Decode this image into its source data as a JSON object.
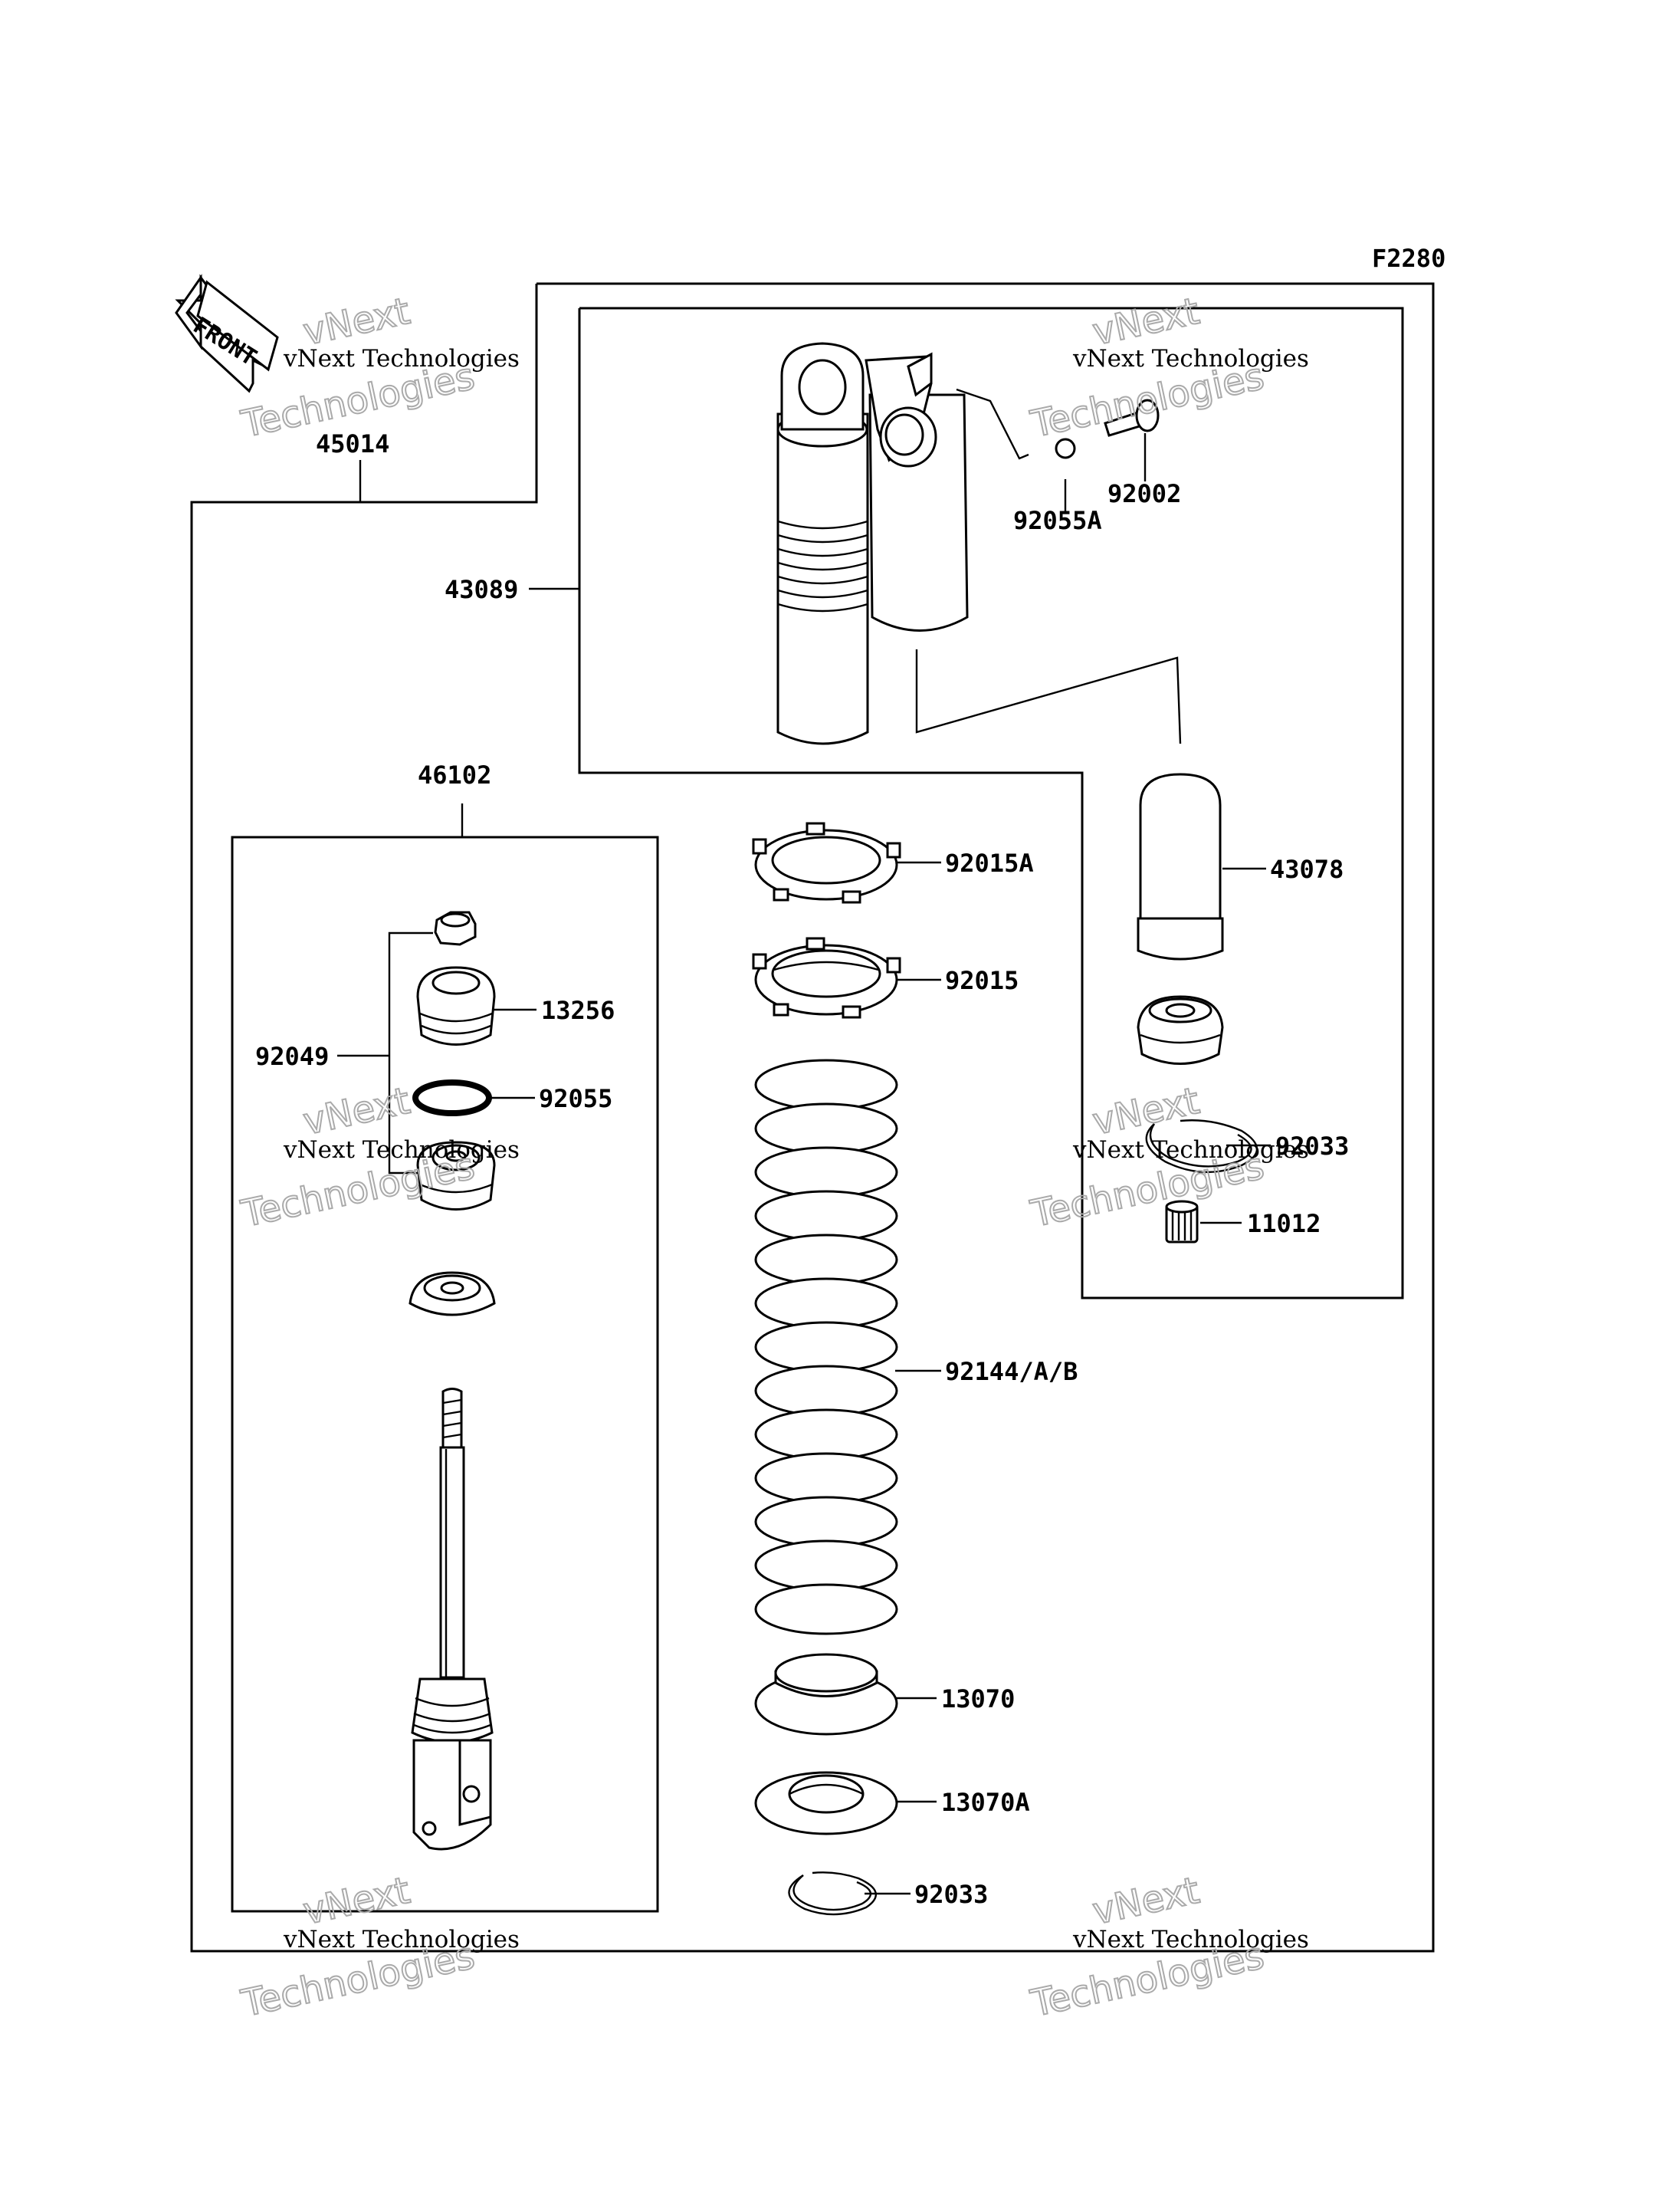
{
  "figure_code": "F2280",
  "front_label": "FRONT",
  "watermark": {
    "line1": "vNext Technologies",
    "line2": "vNext",
    "line3": "Technologies"
  },
  "labels": {
    "p45014": "45014",
    "p43089": "43089",
    "p92055A": "92055A",
    "p92002": "92002",
    "p46102": "46102",
    "p92015A": "92015A",
    "p43078": "43078",
    "p92015": "92015",
    "p13256": "13256",
    "p92049": "92049",
    "p92055": "92055",
    "p92033_top": "92033",
    "p11012": "11012",
    "p92144": "92144/A/B",
    "p13070": "13070",
    "p13070A": "13070A",
    "p92033_bottom": "92033"
  }
}
